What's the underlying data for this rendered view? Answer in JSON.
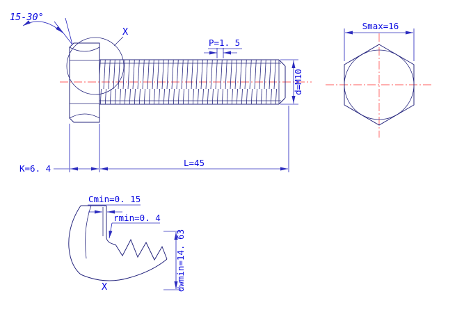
{
  "labels": {
    "chamfer_angle": "15-30°",
    "detail_mark": "X",
    "pitch": "P=1. 5",
    "thread_size": "d=M10",
    "head_height": "K=6. 4",
    "length": "L=45",
    "width_across_flats": "Smax=16",
    "washer_face_thickness_min": "Cmin=0. 15",
    "fillet_radius_min": "rmin=0. 4",
    "washer_face_dia_min": "dwmin=14. 63",
    "detail_view_mark": "X"
  },
  "colors": {
    "geometry": "#26267e",
    "dimension": "#2b2bbe",
    "text": "#0707e0",
    "centerline": "#ff5c5c",
    "background": "#ffffff"
  }
}
